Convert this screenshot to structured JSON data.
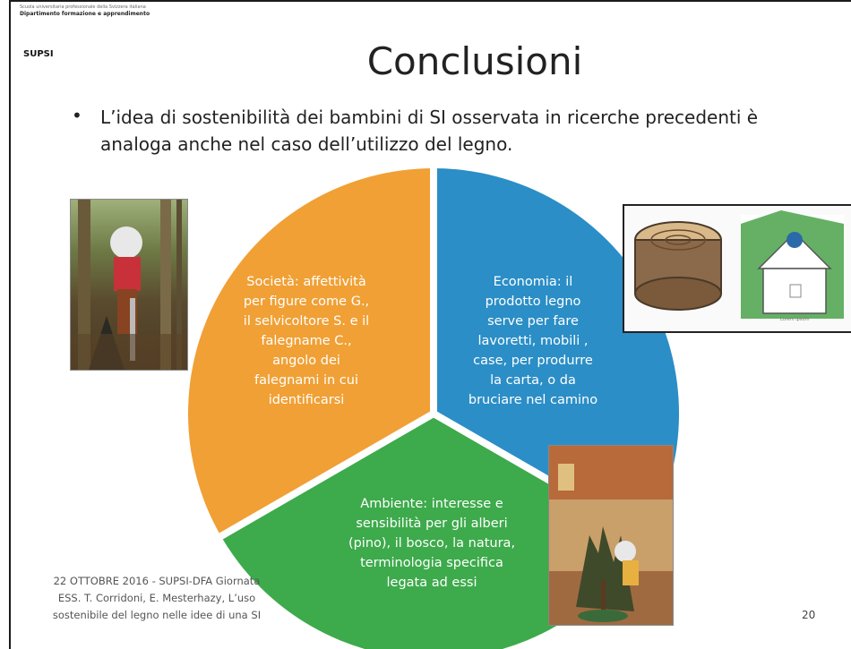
{
  "header": {
    "institute_line": "Scuola universitaria professionale della Svizzera italiana",
    "department": "Dipartimento formazione e apprendimento",
    "logo": "SUPSI"
  },
  "title": "Conclusioni",
  "bullet": "L’idea di sostenibilità dei bambini di SI osservata in ricerche precedenti è analoga anche nel caso dell’utilizzo del legno.",
  "segments": {
    "society": {
      "lines": [
        "Società: affettività",
        "per figure come G.,",
        "il selvicoltore S. e il",
        "falegname C.,",
        "angolo dei",
        "falegnami in cui",
        "identificarsi"
      ],
      "color": "#F0A035"
    },
    "economy": {
      "lines": [
        "Economia: il",
        "prodotto legno",
        "serve per fare",
        "lavoretti, mobili ,",
        "case, per produrre",
        "la carta, o da",
        "bruciare nel camino"
      ],
      "color": "#2B8EC6"
    },
    "environment": {
      "lines": [
        "Ambiente: interesse e",
        "sensibilità per gli alberi",
        "(pino), il bosco, la natura,",
        "terminologia specifica",
        "legata ad essi"
      ],
      "color": "#3DAA4B"
    }
  },
  "drawing_caption": "Lorem ipsum",
  "footer": {
    "lines": [
      "22 OTTOBRE 2016 - SUPSI-DFA Giornata",
      "ESS. T. Corridoni, E. Mesterhazy, L’uso",
      "sostenibile del legno nelle idee di una SI"
    ]
  },
  "page_number": "20"
}
